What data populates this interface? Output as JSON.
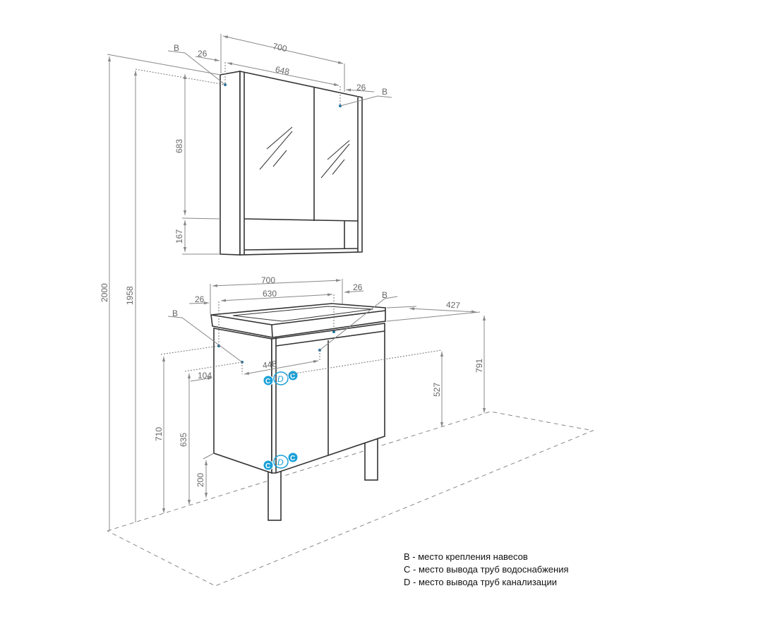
{
  "dimensions": {
    "mirror_width": "700",
    "mirror_inner_width": "648",
    "mirror_offset_left": "26",
    "mirror_offset_right": "26",
    "mirror_height_upper": "683",
    "mirror_height_shelf": "167",
    "total_height": "2000",
    "mirror_mount_height": "1958",
    "vanity_width": "700",
    "vanity_inner_width": "630",
    "vanity_offset_left": "26",
    "vanity_offset_right": "26",
    "vanity_depth": "427",
    "vanity_height": "791",
    "mount_height": "710",
    "pipe_height_upper": "635",
    "pipe_height_lower": "200",
    "pipe_offset_side": "104",
    "pipe_spacing": "448",
    "right_pipe_height": "527"
  },
  "markers": {
    "b": "B",
    "c": "C",
    "d": "D"
  },
  "legend": [
    "B - место крепления навесов",
    "C - место вывода труб водоснабжения",
    "D - место вывода труб канализации"
  ],
  "colors": {
    "marker": "#1aa0d8",
    "outline": "#333333"
  }
}
